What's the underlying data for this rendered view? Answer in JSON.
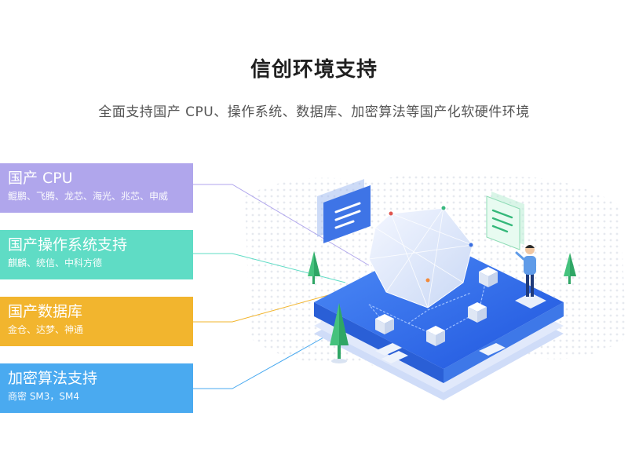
{
  "header": {
    "title": "信创环境支持",
    "subtitle": "全面支持国产 CPU、操作系统、数据库、加密算法等国产化软硬件环境"
  },
  "cards": [
    {
      "title": "国产 CPU",
      "desc": "鲲鹏、飞腾、龙芯、海光、兆芯、申威",
      "color": "#b0a6ec"
    },
    {
      "title": "国产操作系统支持",
      "desc": "麒麟、统信、中科方德",
      "color": "#5fdcc5"
    },
    {
      "title": "国产数据库",
      "desc": "金仓、达梦、神通",
      "color": "#f2b52e"
    },
    {
      "title": "加密算法支持",
      "desc": "商密 SM3，SM4",
      "color": "#4aaaf0"
    }
  ],
  "illustration": {
    "icons": [
      "platform",
      "polyhedron",
      "cube-node",
      "tree",
      "person",
      "dashboard-panel"
    ]
  }
}
